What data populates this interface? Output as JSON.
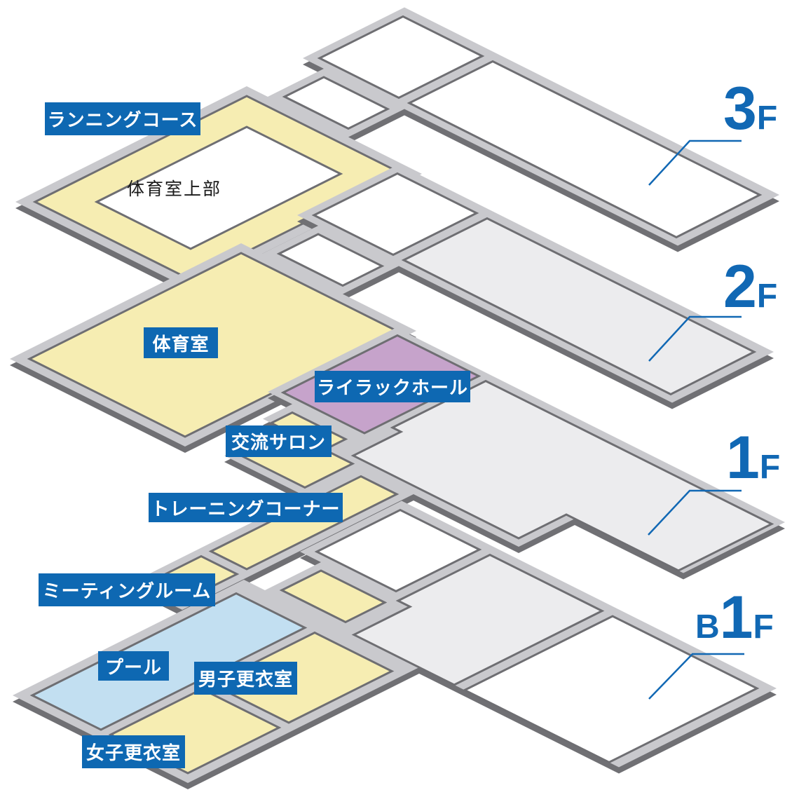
{
  "diagram_title": "facility-floor-map",
  "room_labels": {
    "running_course": "ランニングコース",
    "gym_upper": "体育室上部",
    "gym": "体育室",
    "lilac_hall": "ライラックホール",
    "salon": "交流サロン",
    "training_corner": "トレーニングコーナー",
    "meeting_room": "ミーティングルーム",
    "pool": "プール",
    "mens_locker": "男子更衣室",
    "womens_locker": "女子更衣室"
  },
  "floor_tags": [
    {
      "prefix": "",
      "number": "3",
      "suffix": "F"
    },
    {
      "prefix": "",
      "number": "2",
      "suffix": "F"
    },
    {
      "prefix": "",
      "number": "1",
      "suffix": "F"
    },
    {
      "prefix": "B",
      "number": "1",
      "suffix": "F"
    }
  ],
  "colors": {
    "label_box_blue": "#0e68b2",
    "floor_num_blue": "#1168b4",
    "leader_line_blue": "#1168b4",
    "wall_top_gray": "#c9c9cd",
    "wall_side_dark": "#707074",
    "room_edge_dark": "#6e6e72",
    "room_white": "#ffffff",
    "room_yellow": "#f6edb2",
    "room_purple": "#c6a3cb",
    "room_pool_blue": "#c2dff1",
    "room_gray": "#ececee",
    "plain_text_dark": "#1a1a1a"
  }
}
